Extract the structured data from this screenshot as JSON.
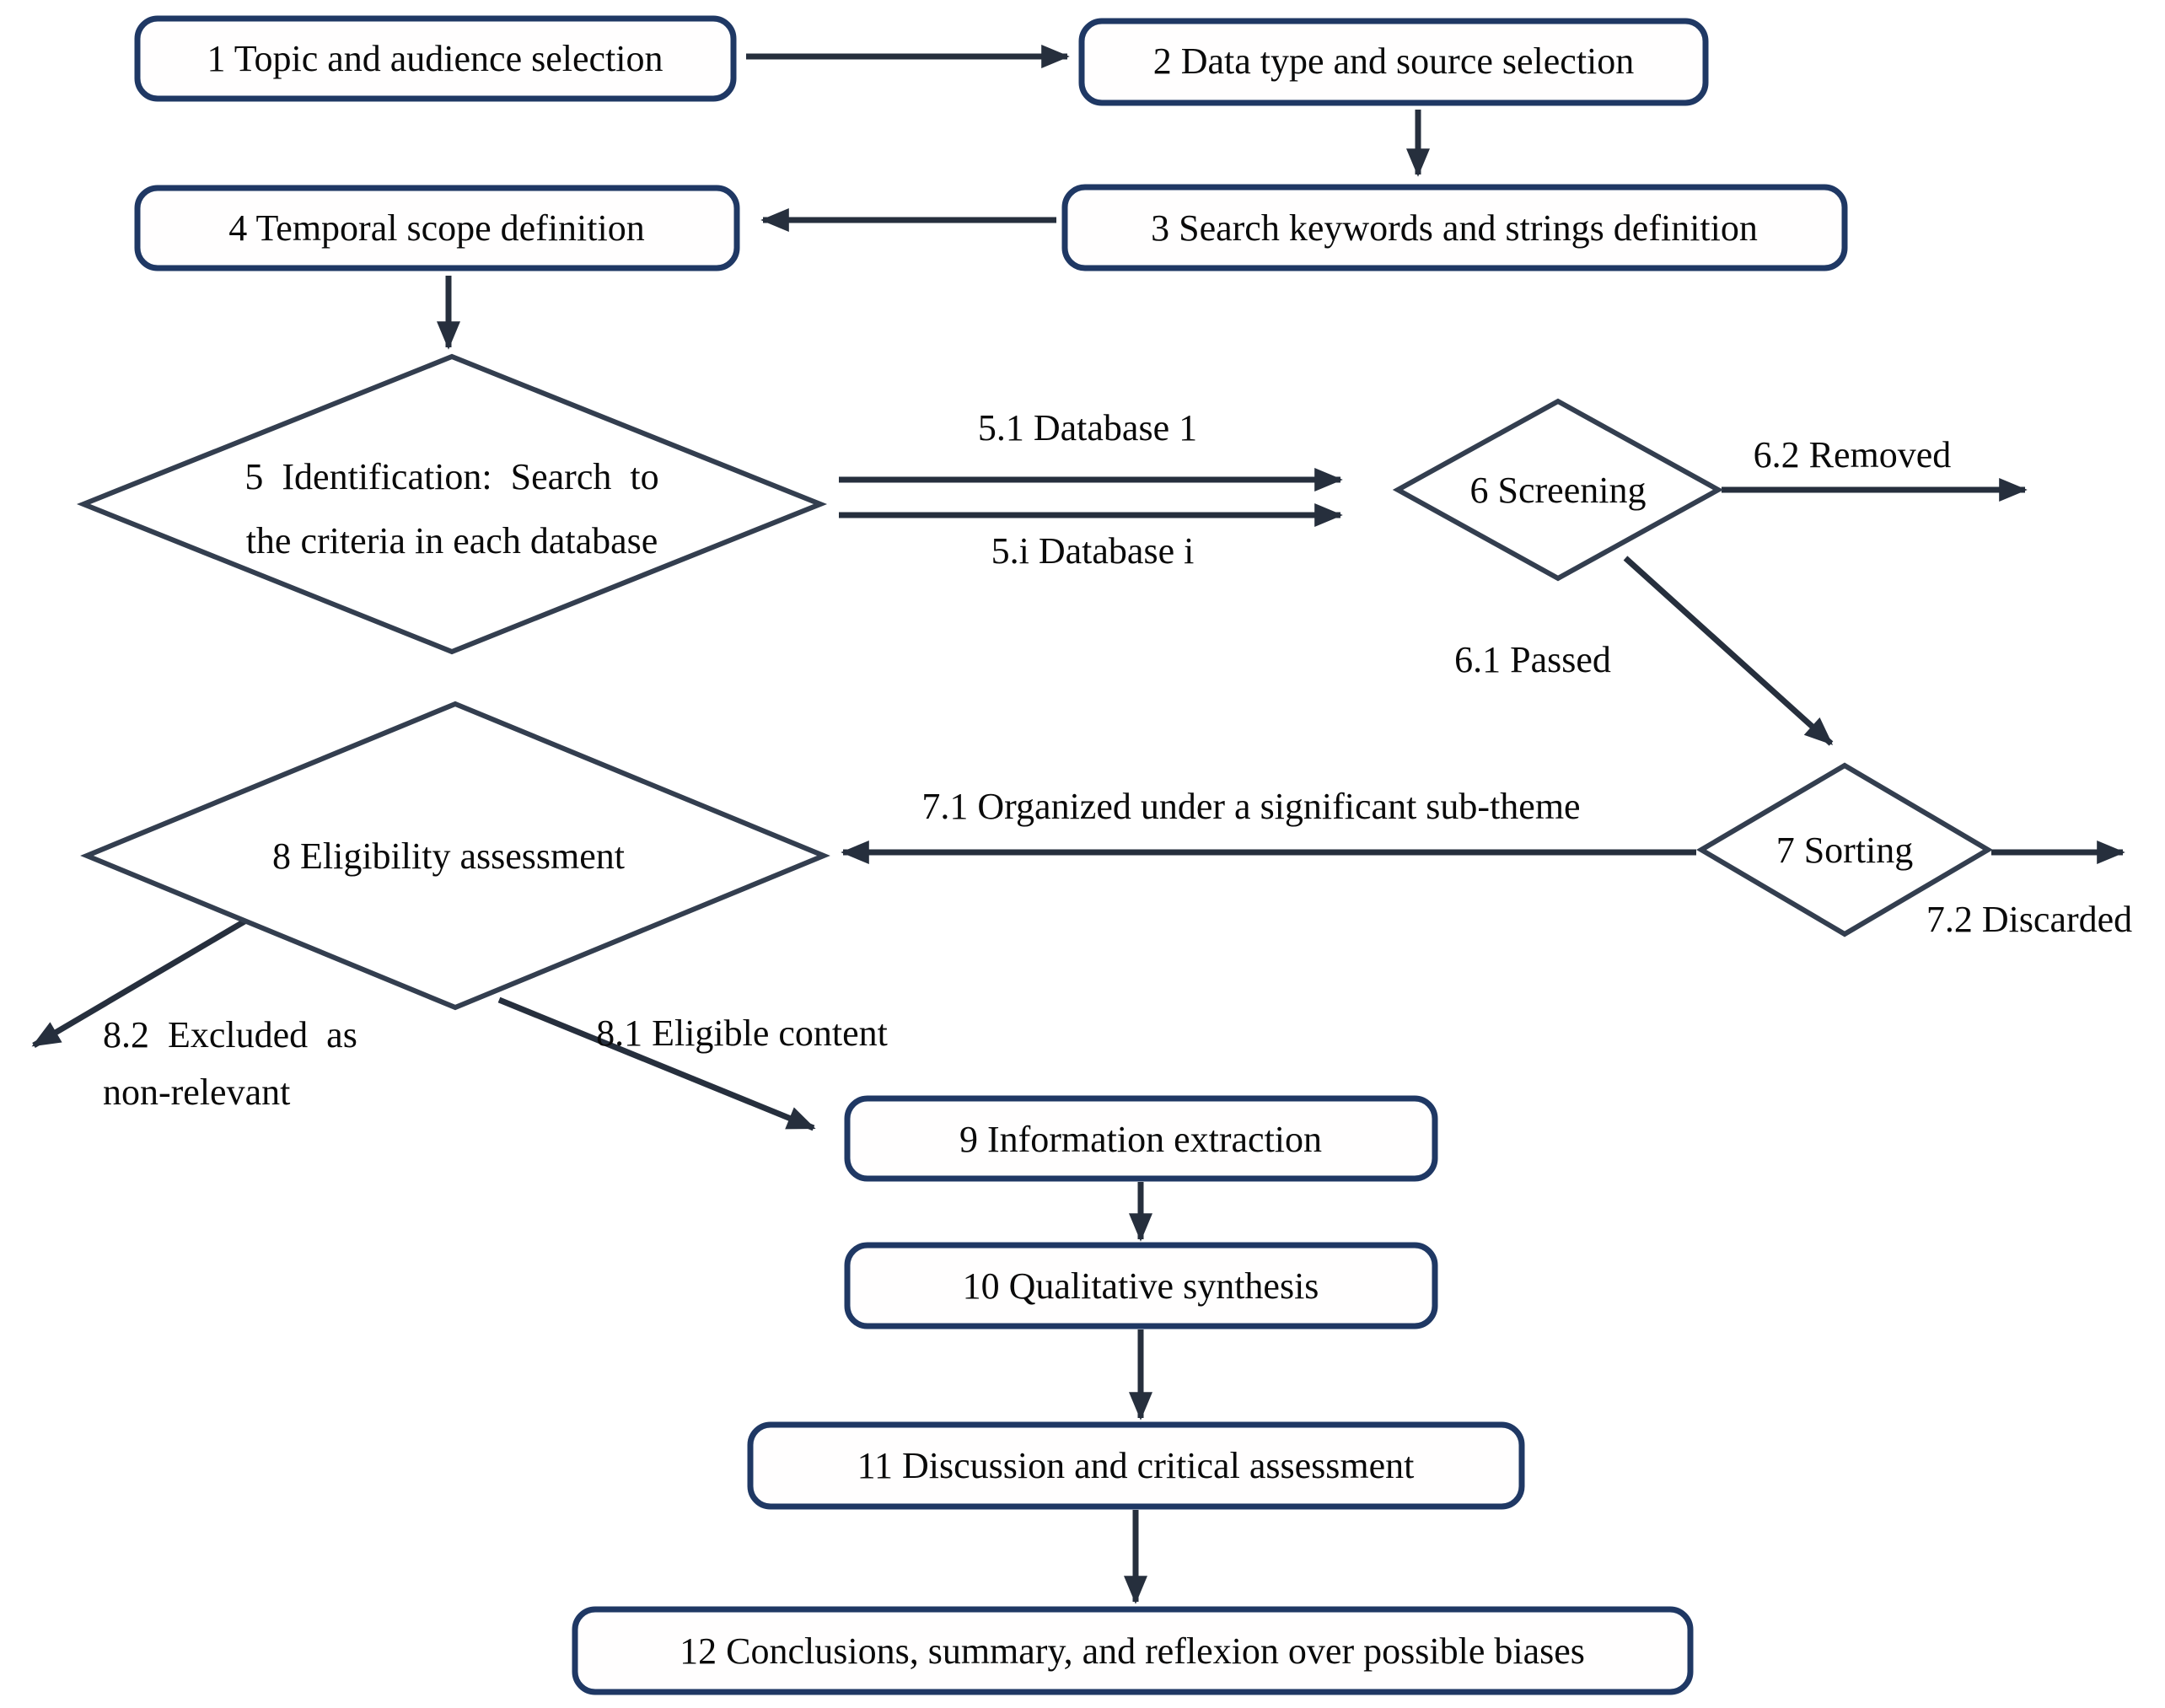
{
  "diagram": {
    "type": "flowchart",
    "background": "#ffffff",
    "colors": {
      "process_border": "#1f3864",
      "decision_border": "#333e4f",
      "arrow": "#262f3d",
      "text": "#0a0a0a"
    },
    "nodes": {
      "step1": {
        "shape": "rounded-box",
        "label": "1 Topic and audience selection"
      },
      "step2": {
        "shape": "rounded-box",
        "label": "2 Data type and source selection"
      },
      "step3": {
        "shape": "rounded-box",
        "label": "3 Search keywords and strings definition"
      },
      "step4": {
        "shape": "rounded-box",
        "label": "4 Temporal scope definition"
      },
      "step5": {
        "shape": "diamond",
        "lines": [
          "5  Identification:  Search  to",
          "the criteria in each database"
        ]
      },
      "step6": {
        "shape": "diamond",
        "label": "6 Screening"
      },
      "step7": {
        "shape": "diamond",
        "label": "7 Sorting"
      },
      "step8": {
        "shape": "diamond",
        "label": "8 Eligibility assessment"
      },
      "step9": {
        "shape": "rounded-box",
        "label": "9 Information extraction"
      },
      "step10": {
        "shape": "rounded-box",
        "label": "10 Qualitative synthesis"
      },
      "step11": {
        "shape": "rounded-box",
        "label": "11 Discussion and critical assessment"
      },
      "step12": {
        "shape": "rounded-box",
        "label": "12 Conclusions, summary, and reflexion over possible biases"
      }
    },
    "edge_labels": {
      "database1": "5.1 Database 1",
      "databasei": "5.i Database i",
      "removed": "6.2 Removed",
      "passed": "6.1 Passed",
      "organized": "7.1 Organized under a significant sub-theme",
      "discarded": "7.2 Discarded",
      "excluded_line1": "8.2  Excluded  as",
      "excluded_line2": "non-relevant",
      "eligible": "8.1 Eligible content"
    }
  }
}
